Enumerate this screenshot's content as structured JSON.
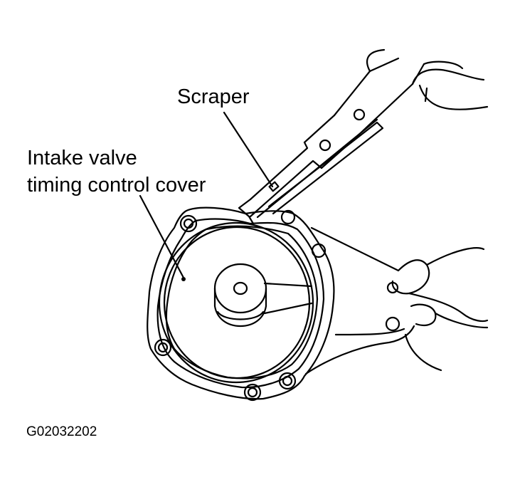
{
  "labels": {
    "scraper": "Scraper",
    "cover_line1": "Intake valve",
    "cover_line2": "timing control cover"
  },
  "figure_code": "G02032202",
  "colors": {
    "ink": "#000000",
    "paper": "#ffffff"
  }
}
